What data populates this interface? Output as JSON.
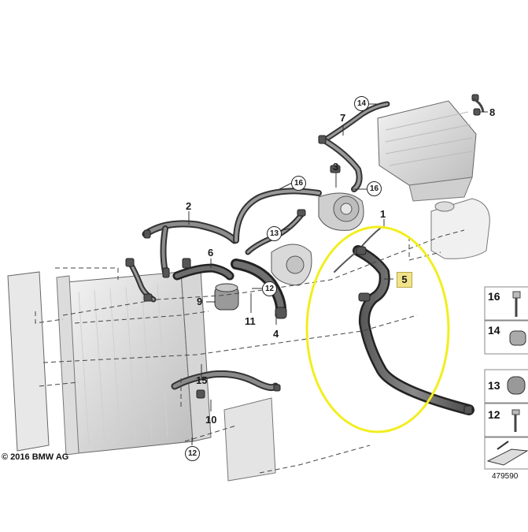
{
  "diagram": {
    "copyright": "© 2016 BMW AG",
    "image_number": "479590",
    "highlighted_part": "5",
    "callouts": {
      "c1": "1",
      "c2": "2",
      "c3": "3",
      "c4": "4",
      "c5": "5",
      "c6": "6",
      "c7": "7",
      "c8": "8",
      "c9": "9",
      "c10": "10",
      "c11": "11",
      "c12a": "12",
      "c12b": "12",
      "c13": "13",
      "c14": "14",
      "c15": "15",
      "c16a": "16",
      "c16b": "16"
    },
    "legend": {
      "l16": "16",
      "l14": "14",
      "l13": "13",
      "l12": "12"
    }
  },
  "colors": {
    "highlight_ellipse": "#f2ee1e",
    "part_label_bg": "#f1e38a",
    "line": "#444444"
  }
}
